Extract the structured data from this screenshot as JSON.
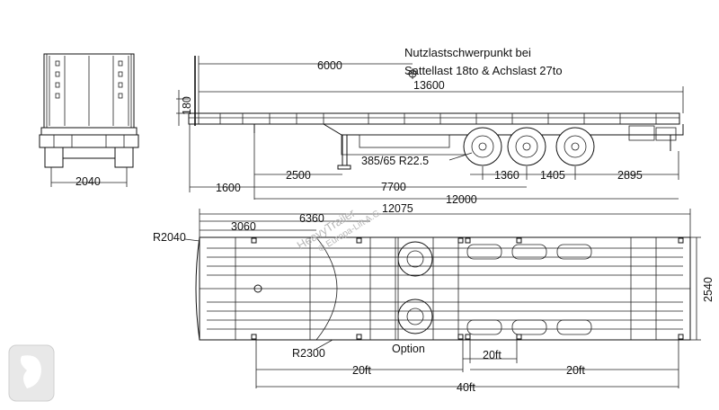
{
  "notes": {
    "cog_line1": "Nutzlastschwerpunkt bei",
    "cog_line2": "Sattellast 18to & Achslast 27to"
  },
  "side_view": {
    "dim_6000": "6000",
    "dim_13600": "13600",
    "dim_180": "180",
    "tire_size": "385/65 R22.5",
    "dim_2500": "2500",
    "dim_1360": "1360",
    "dim_1405": "1405",
    "dim_2895": "2895",
    "dim_1600": "1600",
    "dim_7700": "7700",
    "dim_12000": "12000"
  },
  "rear_view": {
    "dim_2040": "2040"
  },
  "top_view": {
    "dim_12075": "12075",
    "dim_6360": "6360",
    "dim_3060": "3060",
    "radius_r2040": "R2040",
    "dim_2540": "2540",
    "radius_r2300": "R2300",
    "option_label": "Option",
    "container_20ft_a": "20ft",
    "container_20ft_b": "20ft",
    "container_20ft_c": "20ft",
    "container_40ft": "40ft"
  },
  "watermark": {
    "line1": "HeavyTrailer",
    "line2": "© Europa-Lift A.G."
  }
}
